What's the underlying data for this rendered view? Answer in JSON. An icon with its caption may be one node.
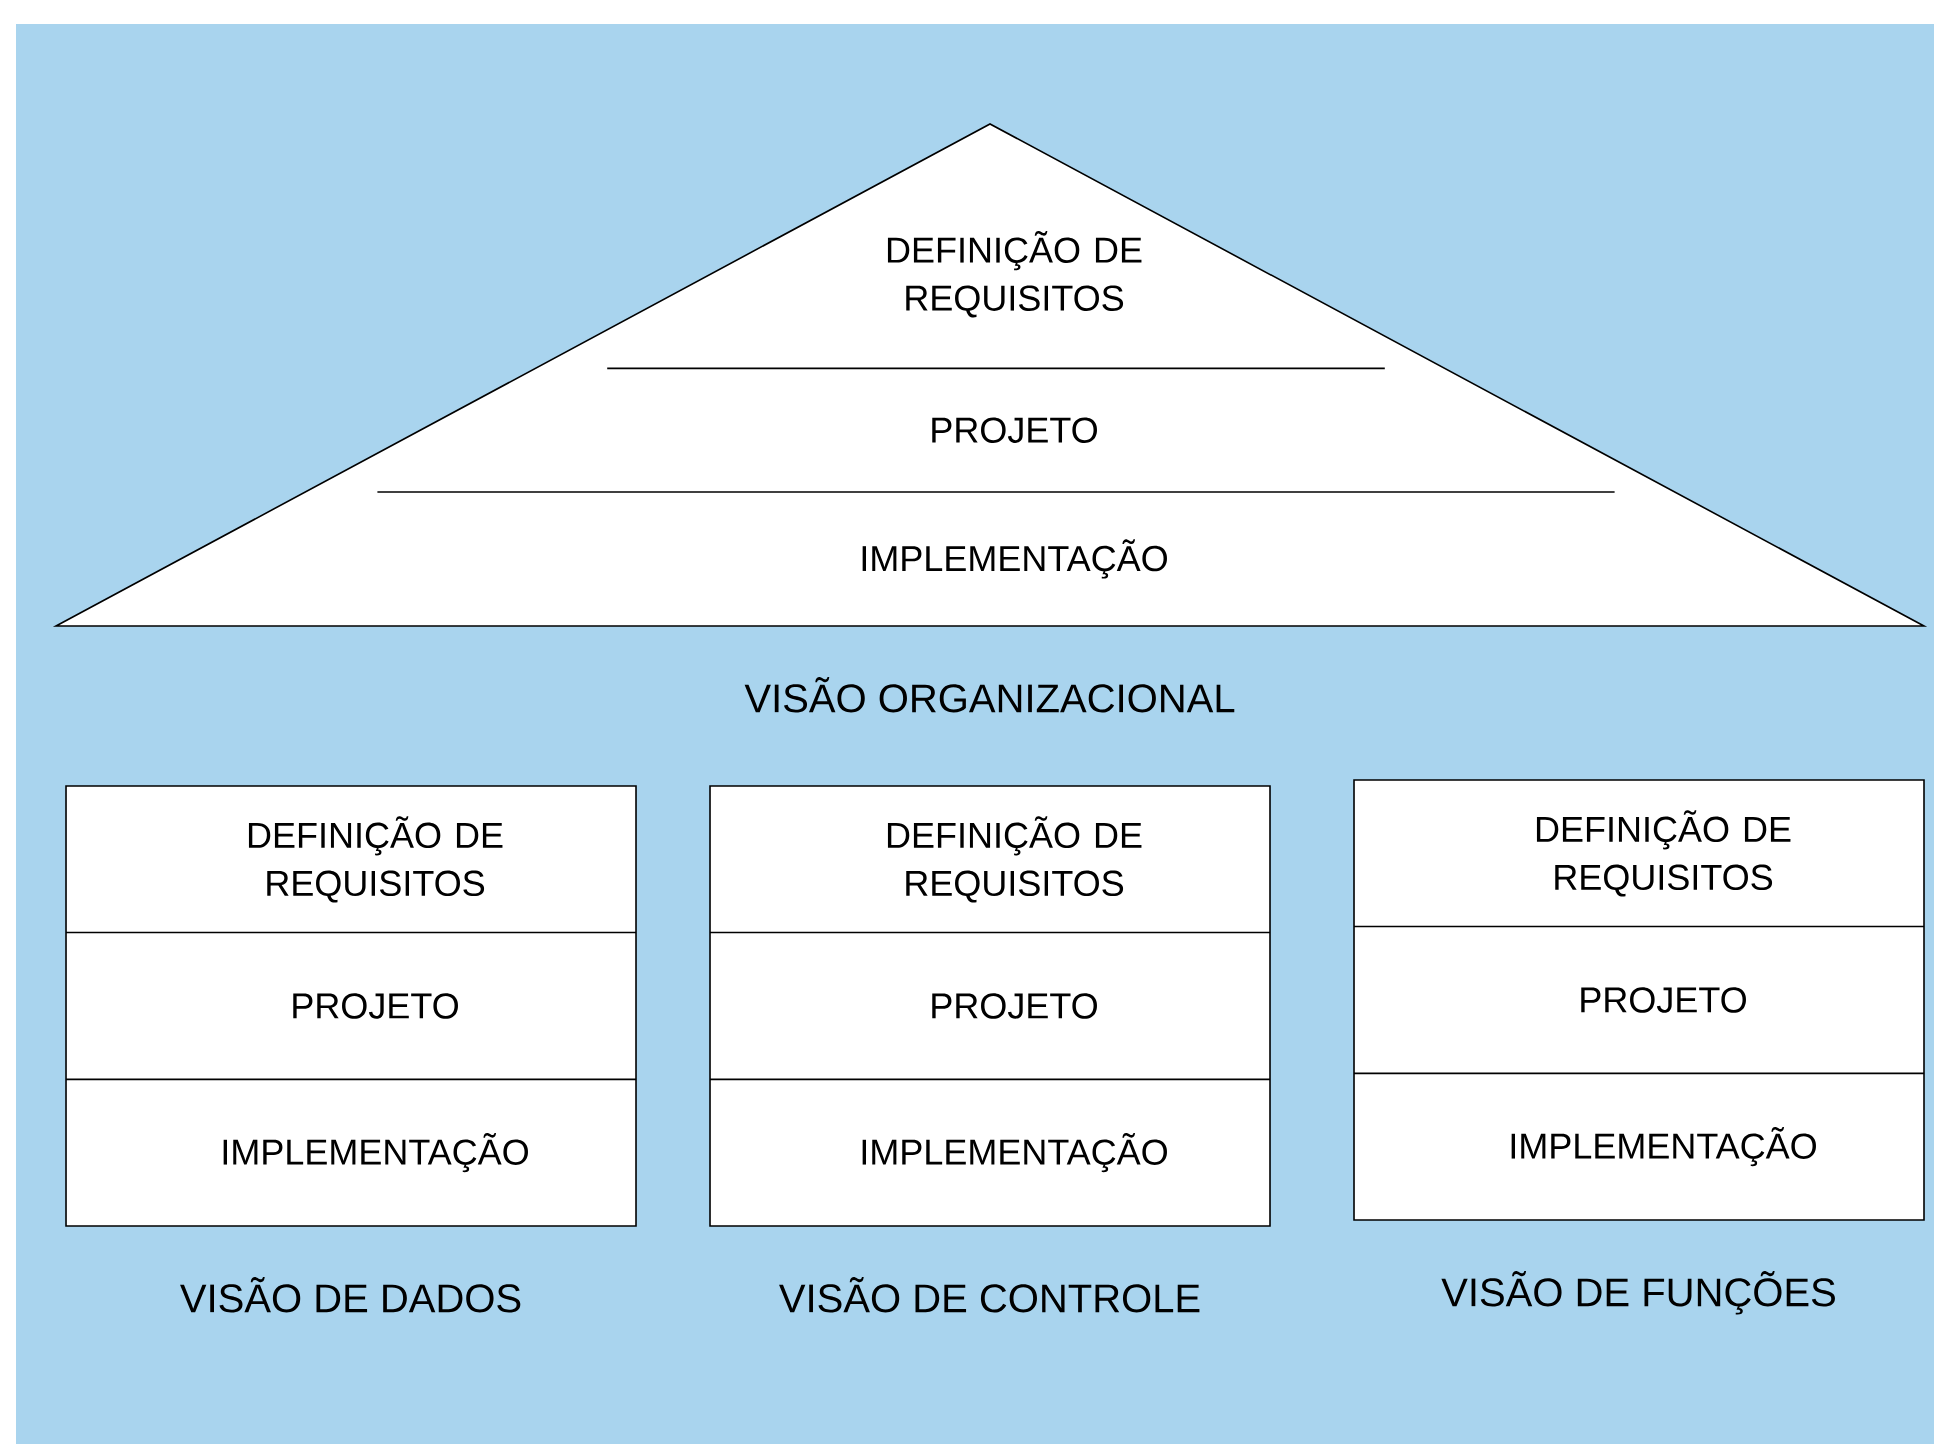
{
  "diagram": {
    "nodes": [
      {
        "text": [
          "VISÃO ORGANIZACIONAL"
        ]
      },
      {
        "text": [
          "DEFINIÇÃO DE REQUISITOS"
        ],
        "in": 0
      },
      {
        "text": [
          "PROJETO"
        ],
        "in": 0
      },
      {
        "text": [
          "IMPLEMENTAÇÃO"
        ],
        "in": 0
      },
      {
        "text": [
          "VISÃO DE DADOS"
        ]
      },
      {
        "text": [
          "DEFINIÇÃO DE REQUISITOS"
        ],
        "in": 4
      },
      {
        "text": [
          "PROJETO"
        ],
        "in": 4
      },
      {
        "text": [
          "IMPLEMENTAÇÃO"
        ],
        "in": 4
      },
      {
        "text": [
          "VISÃO DE CONTROLE"
        ]
      },
      {
        "text": [
          "DEFINIÇÃO DE REQUISITOS"
        ],
        "in": 8
      },
      {
        "text": [
          "PROJETO"
        ],
        "in": 8
      },
      {
        "text": [
          "IMPLEMENTAÇÃO"
        ],
        "in": 8
      },
      {
        "text": [
          "VISÃO DE FUNÇÕES"
        ]
      },
      {
        "text": [
          "DEFINIÇÃO DE REQUISITOS"
        ],
        "in": 12
      },
      {
        "text": [
          "PROJETO"
        ],
        "in": 12
      },
      {
        "text": [
          "IMPLEMENTAÇÃO"
        ],
        "in": 12
      }
    ]
  }
}
